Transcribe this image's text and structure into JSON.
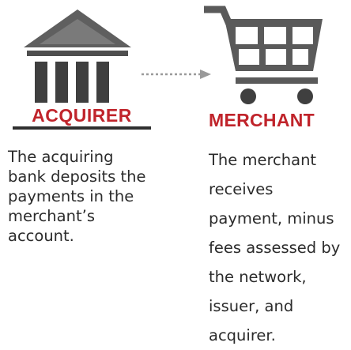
{
  "acquirer": {
    "label": "ACQUIRER",
    "icon": "bank-icon",
    "description_lines": [
      "The acquiring",
      "bank deposits the",
      "payments in the",
      "merchant’s",
      "account."
    ]
  },
  "merchant": {
    "label": "MERCHANT",
    "icon": "shopping-cart-icon",
    "description_lines": [
      "The merchant",
      "receives",
      "payment, minus",
      "fees assessed by",
      "the network,",
      "issuer, and",
      "acquirer."
    ]
  },
  "colors": {
    "label_red": "#c0242b",
    "icon_gray": "#5a5a5a",
    "text": "#2b2b2b"
  }
}
